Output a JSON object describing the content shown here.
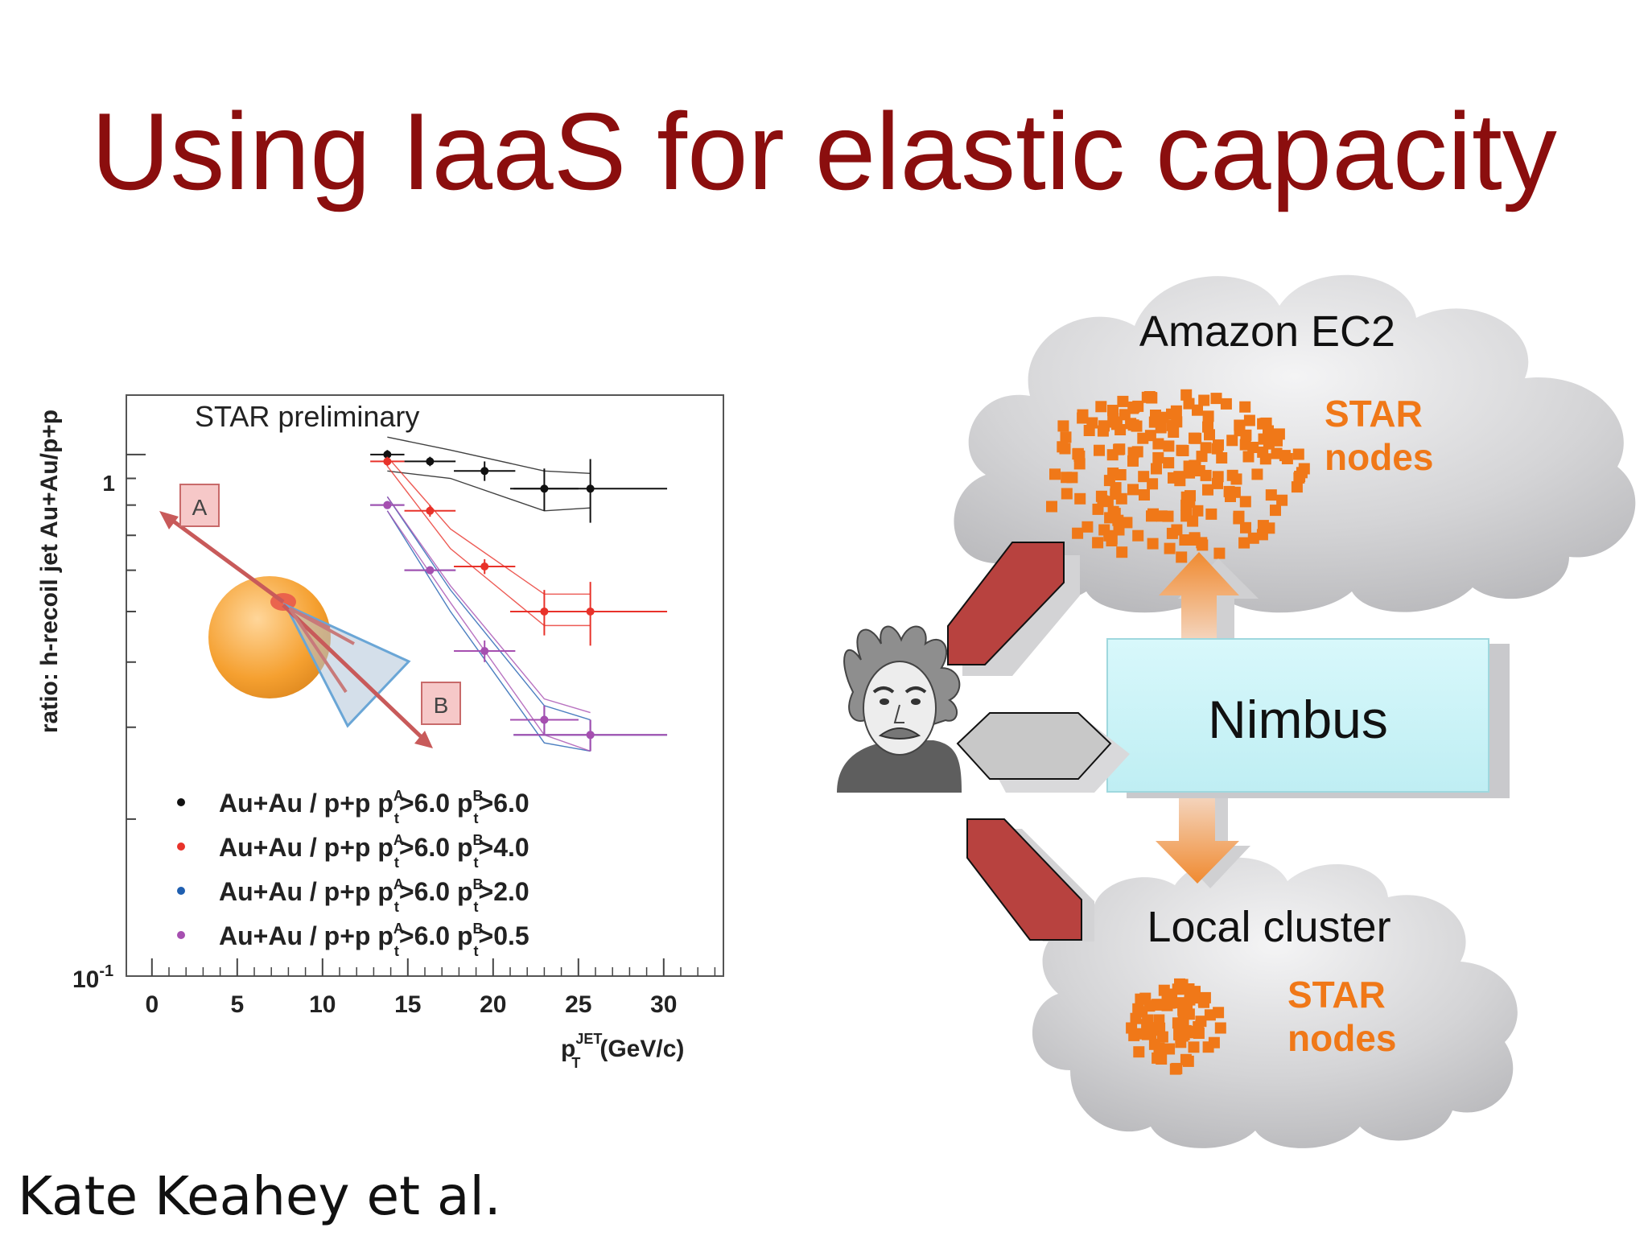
{
  "slide": {
    "title": "Using IaaS for elastic capacity",
    "credit": "Kate Keahey et al."
  },
  "plot": {
    "annotation": "STAR preliminary",
    "ylabel": "ratio: h-recoil jet Au+Au/p+p",
    "xlabel": "p",
    "xlabel_sup": "JET",
    "xlabel_sub": "T",
    "xlabel_unit": "(GeV/c)",
    "ytick_1": "1",
    "ytick_min": "10",
    "ytick_min_exp": "-1",
    "xticks": [
      "0",
      "5",
      "10",
      "15",
      "20",
      "25",
      "30"
    ],
    "inset_label_a": "A",
    "inset_label_b": "B",
    "legend": [
      {
        "text": "Au+Au / p+p p",
        "a_sup": "A",
        "a_sub": "t",
        "mid": ">6.0 p",
        "b_sup": "B",
        "b_sub": "t",
        "end": ">6.0",
        "color": "#111111"
      },
      {
        "text": "Au+Au / p+p p",
        "a_sup": "A",
        "a_sub": "t",
        "mid": ">6.0 p",
        "b_sup": "B",
        "b_sub": "t",
        "end": ">4.0",
        "color": "#e8322a"
      },
      {
        "text": "Au+Au / p+p p",
        "a_sup": "A",
        "a_sub": "t",
        "mid": ">6.0 p",
        "b_sup": "B",
        "b_sub": "t",
        "end": ">2.0",
        "color": "#1f5fb0"
      },
      {
        "text": "Au+Au / p+p p",
        "a_sup": "A",
        "a_sub": "t",
        "mid": ">6.0 p",
        "b_sup": "B",
        "b_sub": "t",
        "end": ">0.5",
        "color": "#a64fb0"
      }
    ]
  },
  "chart_data": {
    "type": "scatter",
    "title": "STAR preliminary",
    "xlabel": "p_T^JET (GeV/c)",
    "ylabel": "ratio: h-recoil jet Au+Au/p+p",
    "xlim": [
      -1.5,
      33.5
    ],
    "ylim": [
      0.1,
      1.3
    ],
    "yscale": "log",
    "series": [
      {
        "name": "Au+Au / p+p p_t^A>6.0 p_t^B>6.0",
        "color": "#111111",
        "x": [
          13.8,
          16.3,
          19.5,
          23.0,
          25.7
        ],
        "xerr": [
          1.0,
          1.5,
          1.8,
          2.0,
          4.5
        ],
        "y": [
          1.0,
          0.97,
          0.93,
          0.86,
          0.86
        ],
        "yerr": [
          0.02,
          0.02,
          0.04,
          0.08,
          0.12
        ]
      },
      {
        "name": "Au+Au / p+p p_t^A>6.0 p_t^B>4.0",
        "color": "#e8322a",
        "x": [
          13.8,
          16.3,
          19.5,
          23.0,
          25.7
        ],
        "xerr": [
          1.0,
          1.5,
          1.8,
          2.0,
          4.5
        ],
        "y": [
          0.97,
          0.78,
          0.61,
          0.5,
          0.5
        ],
        "yerr": [
          0.02,
          0.02,
          0.02,
          0.05,
          0.07
        ]
      },
      {
        "name": "Au+Au / p+p p_t^A>6.0 p_t^B>2.0",
        "color": "#1f5fb0",
        "x": [
          13.8,
          16.3,
          23.0,
          25.7
        ],
        "xerr": [
          1.0,
          1.5,
          2.0,
          4.5
        ],
        "y": [
          0.8,
          0.6,
          0.31,
          0.29
        ],
        "yerr": [
          0.01,
          0.01,
          0.02,
          0.02
        ]
      },
      {
        "name": "Au+Au / p+p p_t^A>6.0 p_t^B>0.5",
        "color": "#a64fb0",
        "x": [
          13.8,
          16.3,
          19.5,
          23.0,
          25.7
        ],
        "xerr": [
          1.0,
          1.5,
          1.8,
          2.0,
          4.5
        ],
        "y": [
          0.8,
          0.6,
          0.42,
          0.31,
          0.29
        ],
        "yerr": [
          0.01,
          0.01,
          0.02,
          0.02,
          0.02
        ]
      }
    ]
  },
  "diagram": {
    "cloud_top_label": "Amazon EC2",
    "cloud_top_nodes_line1": "STAR",
    "cloud_top_nodes_line2": "nodes",
    "center_box_label": "Nimbus",
    "cloud_bottom_label": "Local cluster",
    "cloud_bottom_nodes_line1": "STAR",
    "cloud_bottom_nodes_line2": "nodes",
    "colors": {
      "cloud": "#d4d4d6",
      "node": "#f07818",
      "nimbus_box": "#c8f4f7",
      "arrow_red": "#b8423f",
      "arrow_grey": "#c8c8c8",
      "star_text": "#f07818"
    },
    "icons": [
      "scientist-portrait",
      "cloud",
      "hexagonal-arrow",
      "updown-arrow"
    ]
  }
}
